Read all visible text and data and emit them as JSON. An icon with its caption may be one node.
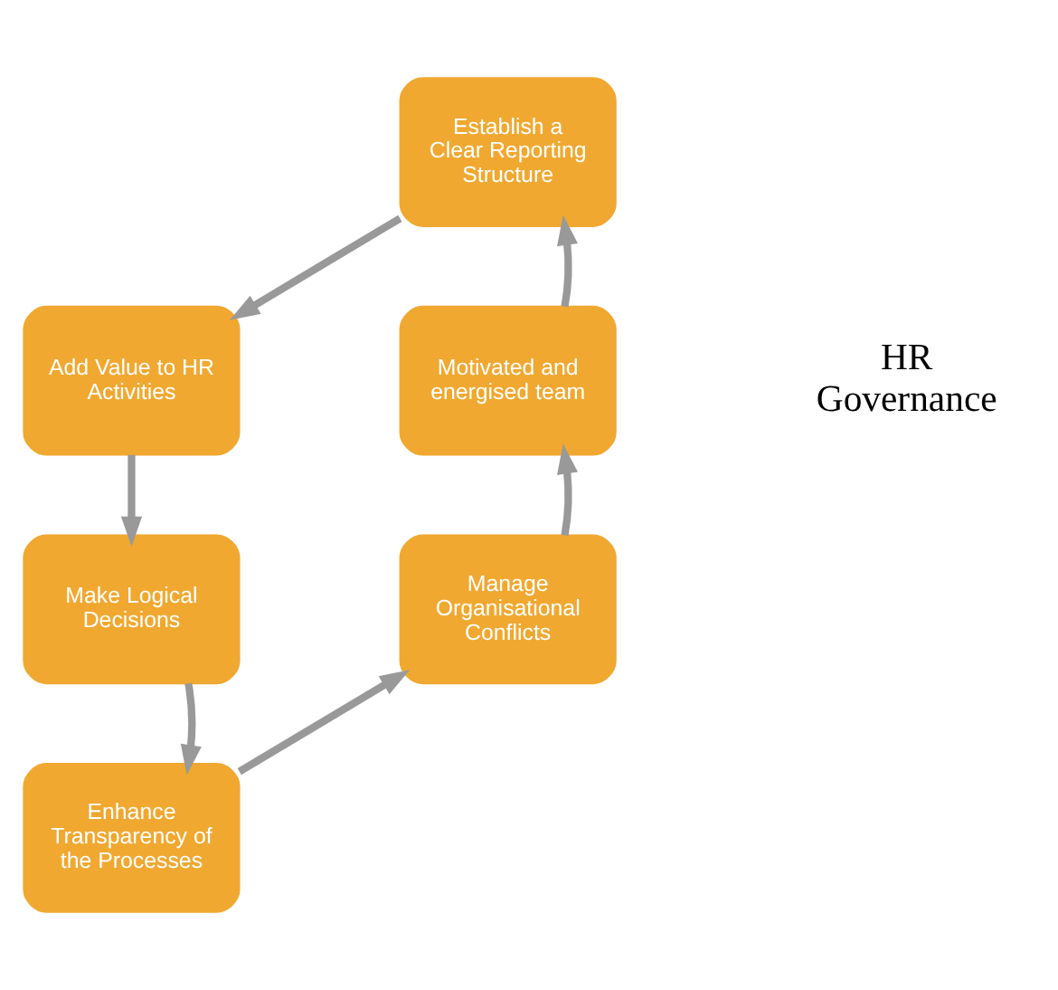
{
  "diagram": {
    "nodes": [
      {
        "text": [
          "Establish a Clear Reporting Structure"
        ]
      },
      {
        "text": [
          "Add Value to HR Activities"
        ]
      },
      {
        "text": [
          "Make Logical Decisions"
        ]
      },
      {
        "text": [
          "Enhance Transparency of the Processes"
        ]
      },
      {
        "text": [
          "Manage Organisational Conflicts"
        ]
      },
      {
        "text": [
          "Motivated and energised team"
        ]
      }
    ],
    "edges": [
      {
        "from": 0,
        "to": 1,
        "arrow": "to"
      },
      {
        "from": 1,
        "to": 2,
        "arrow": "to"
      },
      {
        "from": 2,
        "to": 3,
        "arrow": "to"
      },
      {
        "from": 3,
        "to": 4,
        "arrow": "to"
      },
      {
        "from": 4,
        "to": 5,
        "arrow": "to"
      },
      {
        "from": 5,
        "to": 0,
        "arrow": "to"
      }
    ],
    "labels": [
      "HR Governance"
    ]
  }
}
